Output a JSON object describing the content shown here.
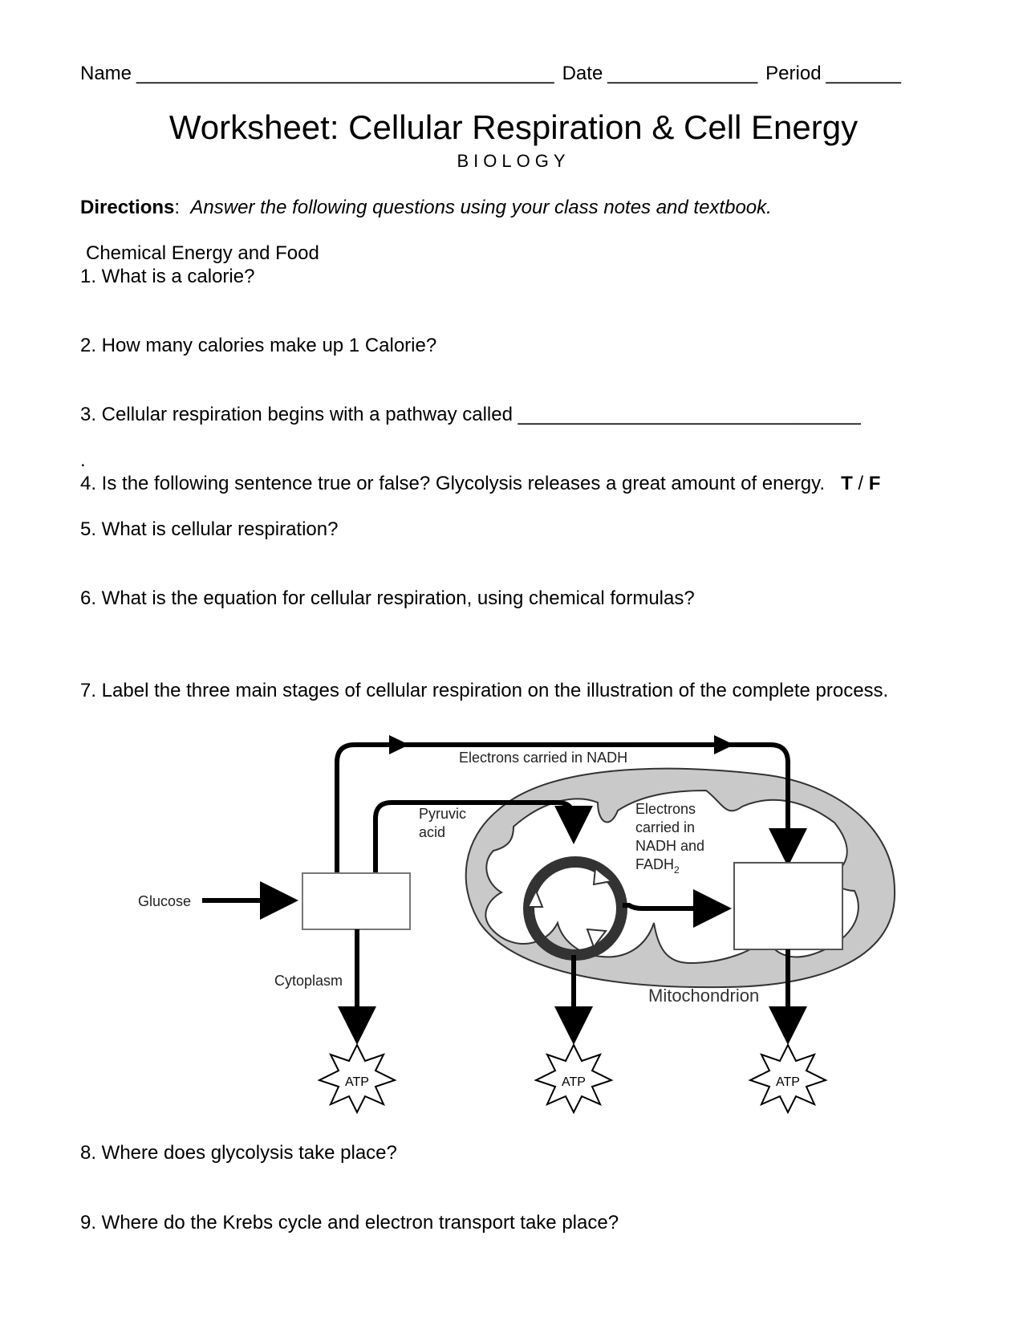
{
  "header": {
    "name_label": "Name",
    "name_blank": "_______________________________________",
    "date_label": "Date",
    "date_blank": "______________",
    "period_label": "Period",
    "period_blank": "_______"
  },
  "title": "Worksheet: Cellular Respiration & Cell Energy",
  "subtitle": "BIOLOGY",
  "directions": {
    "label": "Directions",
    "colon": ":",
    "text": "Answer the following questions using your class notes and textbook."
  },
  "section_heading": "Chemical Energy and Food",
  "questions": {
    "q1": "1. What is a calorie?",
    "q2": "2. How many calories make up 1 Calorie?",
    "q3": "3. Cellular respiration begins with a pathway called ________________________________",
    "q3_dot": ".",
    "q4": "4. Is the following sentence true or false? Glycolysis releases a great amount of energy.",
    "q4_t": "T",
    "q4_sep": " / ",
    "q4_f": "F",
    "q5": "5. What is cellular respiration?",
    "q6": "6. What is the equation for cellular respiration, using chemical formulas?",
    "q7": "7. Label the three main stages of cellular respiration on the illustration of the complete process.",
    "q8": "8. Where does glycolysis take place?",
    "q9": "9. Where do the Krebs cycle and electron transport take place?"
  },
  "diagram": {
    "electrons_nadh": "Electrons carried in NADH",
    "pyruvic_1": "Pyruvic",
    "pyruvic_2": "acid",
    "electrons2_1": "Electrons",
    "electrons2_2": "carried in",
    "electrons2_3": "NADH and",
    "electrons2_4": "FADH",
    "electrons2_sub": "2",
    "glucose": "Glucose",
    "cytoplasm": "Cytoplasm",
    "mitochondrion": "Mitochondrion",
    "atp_1": "ATP",
    "atp_2": "ATP",
    "atp_3": "ATP"
  }
}
